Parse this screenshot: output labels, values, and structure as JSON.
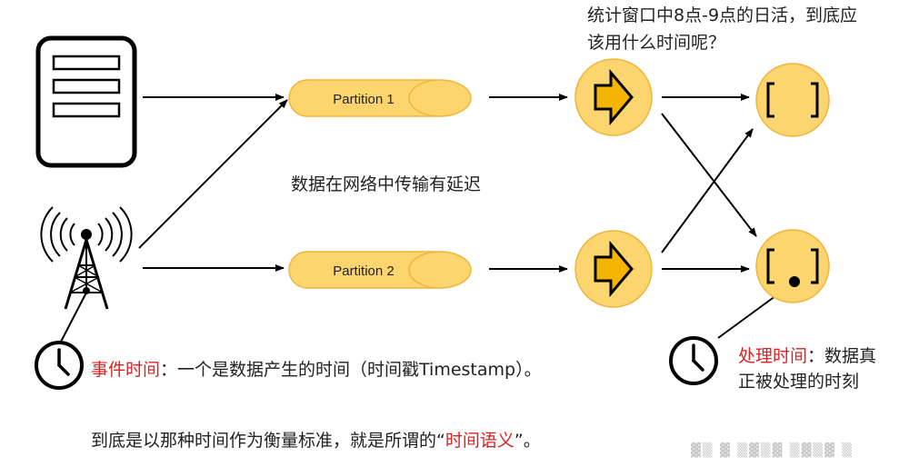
{
  "partitions": [
    {
      "label": "Partition 1"
    },
    {
      "label": "Partition 2"
    }
  ],
  "top_note": {
    "line1": "统计窗口中8点-9点的日活，到底应",
    "line2": "该用什么时间呢？"
  },
  "delay_note": "数据在网络中传输有延迟",
  "event_note": {
    "highlight": "事件时间",
    "rest": "：一个是数据产生的时间（时间戳Timestamp）。"
  },
  "process_note": {
    "highlight": "处理时间",
    "rest1": "：数据真",
    "rest2": "正被处理的时刻"
  },
  "bottom_note": {
    "prefix": "到底是以那种时间作为衡量标准，就是所谓的“",
    "highlight": "时间语义",
    "suffix": "”。"
  },
  "watermark": "▓▒ ▓ ▒▓▒▓ ▒▓▒▓ ▒",
  "colors": {
    "node_fill": "#fcd56e",
    "node_stroke": "#f0b43c",
    "arrow_icon": "#f5b400",
    "highlight": "#e02020"
  },
  "icons": [
    "server-icon",
    "antenna-tower-icon",
    "clock-icon",
    "right-arrow-icon",
    "window-bracket-icon"
  ]
}
